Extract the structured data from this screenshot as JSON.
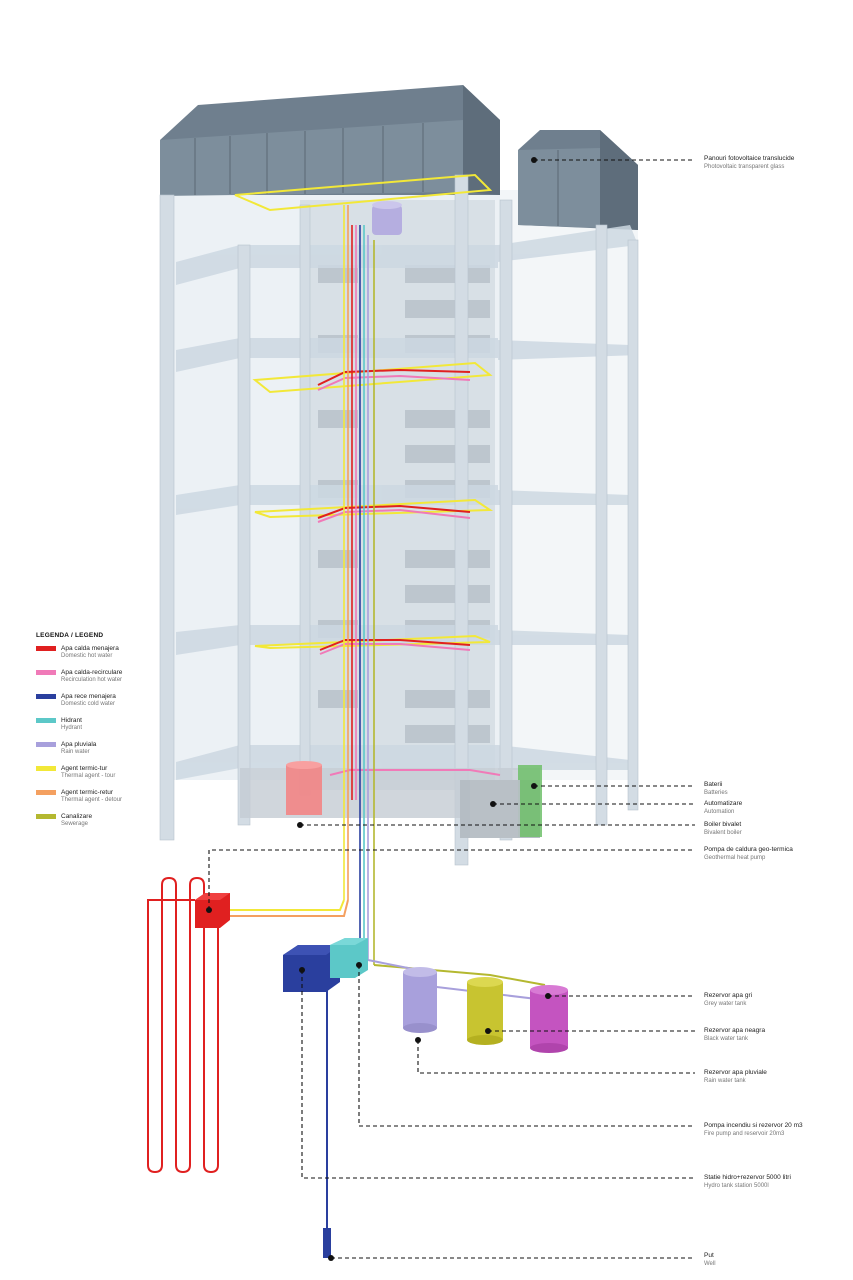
{
  "legend": {
    "title": "LEGENDA / LEGEND",
    "items": [
      {
        "label": "Apa calda menajera",
        "sub": "Domestic hot water",
        "color": "#e02020"
      },
      {
        "label": "Apa calda-recirculare",
        "sub": "Recirculation hot water",
        "color": "#f07ab8"
      },
      {
        "label": "Apa rece menajera",
        "sub": "Domestic cold water",
        "color": "#2a3f9e"
      },
      {
        "label": "Hidrant",
        "sub": "Hydrant",
        "color": "#5cc8c8"
      },
      {
        "label": "Apa pluviala",
        "sub": "Rain water",
        "color": "#a8a0dc"
      },
      {
        "label": "Agent termic-tur",
        "sub": "Thermal agent - tour",
        "color": "#f2e838"
      },
      {
        "label": "Agent termic-retur",
        "sub": "Thermal agent - detour",
        "color": "#f4a060"
      },
      {
        "label": "Canalizare",
        "sub": "Sewerage",
        "color": "#b4b830"
      }
    ]
  },
  "callouts": [
    {
      "label": "Panouri fotovoltaice translucide",
      "sub": "Photovoltaic transparent glass"
    },
    {
      "label": "Baterii",
      "sub": "Batteries"
    },
    {
      "label": "Automatizare",
      "sub": "Automation"
    },
    {
      "label": "Boiler bivalet",
      "sub": "Bivalent boiler"
    },
    {
      "label": "Pompa de caldura geo-termica",
      "sub": "Geothermal heat pump"
    },
    {
      "label": "Rezervor apa gri",
      "sub": "Grey water tank"
    },
    {
      "label": "Rezervor apa neagra",
      "sub": "Black water tank"
    },
    {
      "label": "Rezervor apa pluviale",
      "sub": "Rain water tank"
    },
    {
      "label": "Pompa incendiu si rezervor 20 m3",
      "sub": "Fire pump and reservoir 20m3"
    },
    {
      "label": "Statie hidro+rezervor 5000 litri",
      "sub": "Hydro tank station 5000l"
    },
    {
      "label": "Put",
      "sub": "Well"
    }
  ]
}
